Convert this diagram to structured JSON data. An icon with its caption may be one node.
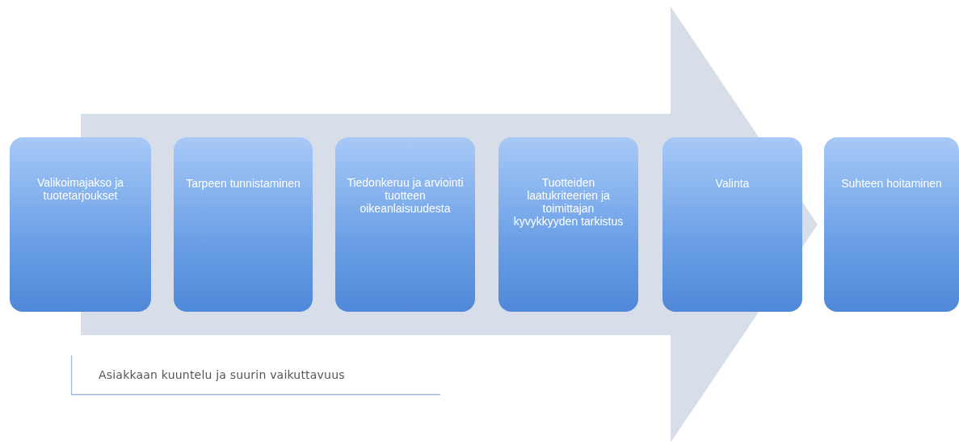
{
  "diagram": {
    "nodes": [
      {
        "text": [
          "Valikoimajakso ja tuotetarjoukset"
        ]
      },
      {
        "text": [
          "Tarpeen tunnistaminen"
        ]
      },
      {
        "text": [
          "Tiedonkeruu ja arviointi tuotteen oikeanlaisuudesta"
        ]
      },
      {
        "text": [
          "Tuotteiden laatukriteerien ja toimittajan kyvykkyyden tarkistus"
        ]
      },
      {
        "text": [
          "Valinta"
        ]
      },
      {
        "text": [
          "Suhteen hoitaminen"
        ]
      }
    ],
    "edges": [
      {
        "from": 0,
        "to": 5,
        "arrow": "to"
      }
    ],
    "labels": [
      "Asiakkaan kuuntelu ja suurin vaikuttavuus"
    ]
  }
}
